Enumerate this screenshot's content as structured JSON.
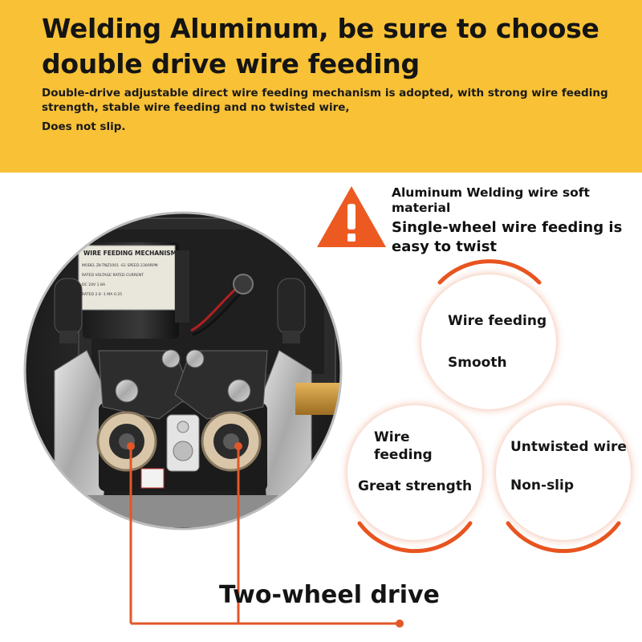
{
  "banner": {
    "title_line1": "Welding Aluminum, be sure to choose",
    "title_line2": "double drive wire feeding",
    "description": "Double-drive adjustable direct wire feeding mechanism is adopted, with strong wire feeding strength, stable wire feeding and no twisted wire,",
    "description_line2": "Does not slip.",
    "background": "#f8c136"
  },
  "warning": {
    "icon": "warning-triangle-icon",
    "line1": "Aluminum Welding wire soft material",
    "line2": "Single-wheel wire feeding is easy to twist",
    "color": "#ec5a22"
  },
  "features": [
    {
      "lines": [
        "Wire feeding",
        "Smooth"
      ]
    },
    {
      "lines": [
        "Wire",
        "feeding",
        "Great strength"
      ]
    },
    {
      "lines": [
        "Untwisted wire",
        "Non-slip"
      ]
    }
  ],
  "machine": {
    "label_line1": "WIRE FEEDING MECHANISM",
    "label_line2": "MODEL ZK-TNZ1001 -S1 SPEED 2300RPM",
    "label_line3": "RATED VOLTAGE RATED CURRENT",
    "label_line4": "DC 24V          1.8A",
    "label_line5": "RATED 2.8 -1   MA 0.25"
  },
  "callout": {
    "label": "Two-wheel drive",
    "line_color": "#e25728"
  }
}
